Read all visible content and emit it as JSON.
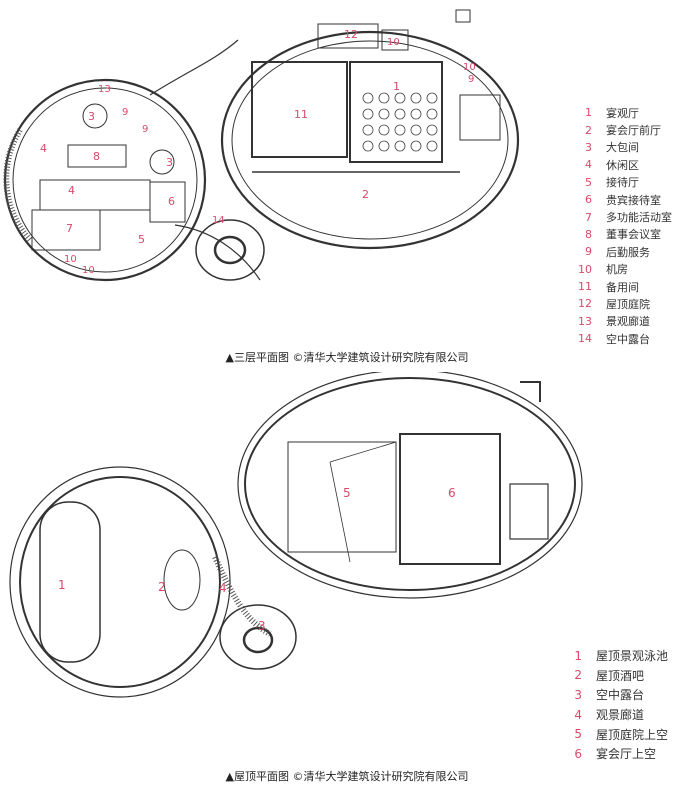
{
  "top_plan": {
    "caption": "▲三层平面图 ©清华大学建筑设计研究院有限公司",
    "labels": [
      "1",
      "2",
      "3",
      "3",
      "4",
      "4",
      "5",
      "6",
      "7",
      "8",
      "9",
      "9",
      "9",
      "10",
      "10",
      "10",
      "10",
      "11",
      "12",
      "13",
      "14"
    ],
    "legend": [
      {
        "num": "1",
        "label": "宴观厅"
      },
      {
        "num": "2",
        "label": "宴会厅前厅"
      },
      {
        "num": "3",
        "label": "大包间"
      },
      {
        "num": "4",
        "label": "休闲区"
      },
      {
        "num": "5",
        "label": "接待厅"
      },
      {
        "num": "6",
        "label": "贵宾接待室"
      },
      {
        "num": "7",
        "label": "多功能活动室"
      },
      {
        "num": "8",
        "label": "董事会议室"
      },
      {
        "num": "9",
        "label": "后勤服务"
      },
      {
        "num": "10",
        "label": "机房"
      },
      {
        "num": "11",
        "label": "备用间"
      },
      {
        "num": "12",
        "label": "屋顶庭院"
      },
      {
        "num": "13",
        "label": "景观廊道"
      },
      {
        "num": "14",
        "label": "空中露台"
      }
    ]
  },
  "bottom_plan": {
    "caption": "▲屋顶平面图 ©清华大学建筑设计研究院有限公司",
    "labels": [
      "1",
      "2",
      "3",
      "4",
      "5",
      "6"
    ],
    "legend": [
      {
        "num": "1",
        "label": "屋顶景观泳池"
      },
      {
        "num": "2",
        "label": "屋顶酒吧"
      },
      {
        "num": "3",
        "label": "空中露台"
      },
      {
        "num": "4",
        "label": "观景廊道"
      },
      {
        "num": "5",
        "label": "屋顶庭院上空"
      },
      {
        "num": "6",
        "label": "宴会厅上空"
      }
    ]
  }
}
